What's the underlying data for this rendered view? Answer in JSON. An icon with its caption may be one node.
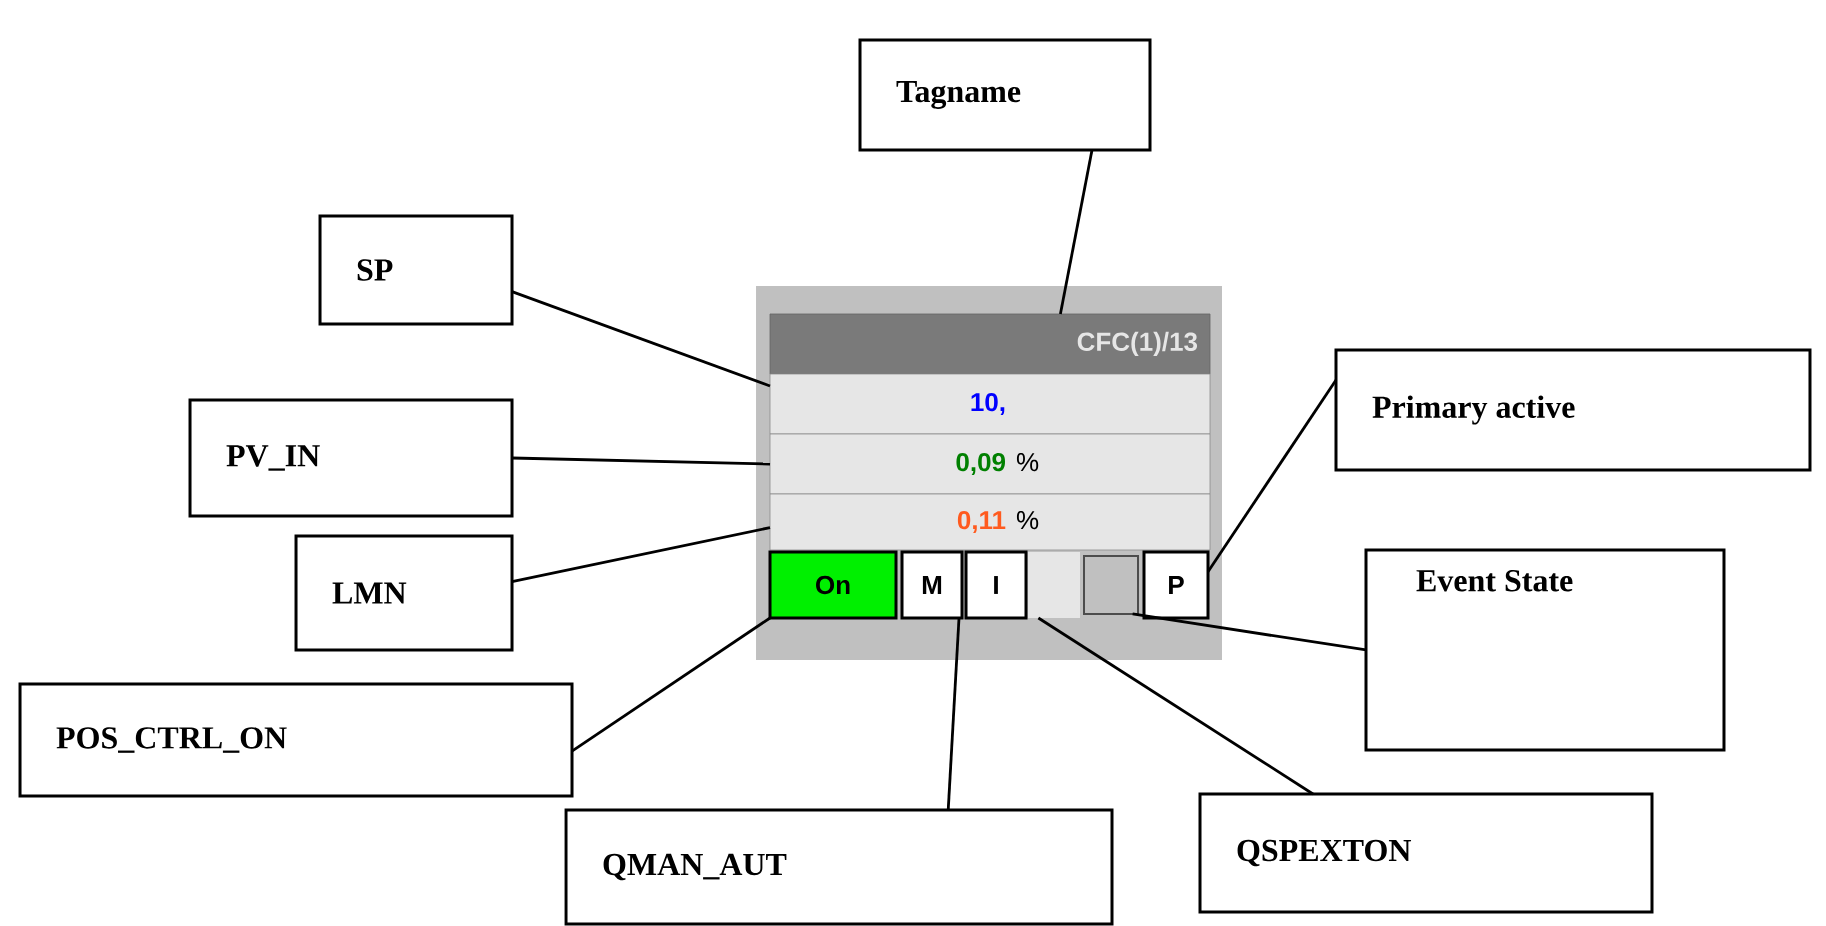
{
  "diagram": {
    "nodes": [
      {
        "text": [],
        "shape": "box"
      },
      {
        "text": [
          "CFC(1)/13"
        ],
        "in": 0
      },
      {
        "text": [
          "10,"
        ],
        "in": 0
      },
      {
        "text": [
          "0,09",
          "%"
        ],
        "in": 0
      },
      {
        "text": [
          "0,11",
          "%"
        ],
        "in": 0
      },
      {
        "text": [
          "On"
        ],
        "in": 0
      },
      {
        "text": [
          "M"
        ],
        "in": 0
      },
      {
        "text": [
          "I"
        ],
        "in": 0
      },
      {
        "text": [],
        "shape": "box",
        "in": 0
      },
      {
        "text": [],
        "shape": "box",
        "in": 0
      },
      {
        "text": [
          "P"
        ],
        "in": 0
      },
      {
        "text": [
          "Tagname"
        ]
      },
      {
        "text": [
          "SP"
        ]
      },
      {
        "text": [
          "PV_IN"
        ]
      },
      {
        "text": [
          "Primary active"
        ]
      },
      {
        "text": [
          "LMN"
        ]
      },
      {
        "text": [
          "Event State"
        ]
      },
      {
        "text": [
          "POS_CTRL_ON"
        ]
      },
      {
        "text": [
          "QMAN_AUT"
        ]
      },
      {
        "text": [
          "QSPEXTON"
        ]
      }
    ],
    "edges": [
      {
        "from": 11,
        "to": 1,
        "arrow": "none"
      },
      {
        "from": 12,
        "to": 2,
        "arrow": "none"
      },
      {
        "from": 13,
        "to": 3,
        "arrow": "none"
      },
      {
        "from": 15,
        "to": 4,
        "arrow": "none"
      },
      {
        "from": 14,
        "to": 10,
        "arrow": "none"
      },
      {
        "from": 16,
        "to": 9,
        "arrow": "none"
      },
      {
        "from": 17,
        "to": 5,
        "arrow": "none"
      },
      {
        "from": 18,
        "to": 6,
        "arrow": "none"
      },
      {
        "from": 19,
        "to": 8,
        "arrow": "none"
      }
    ]
  }
}
